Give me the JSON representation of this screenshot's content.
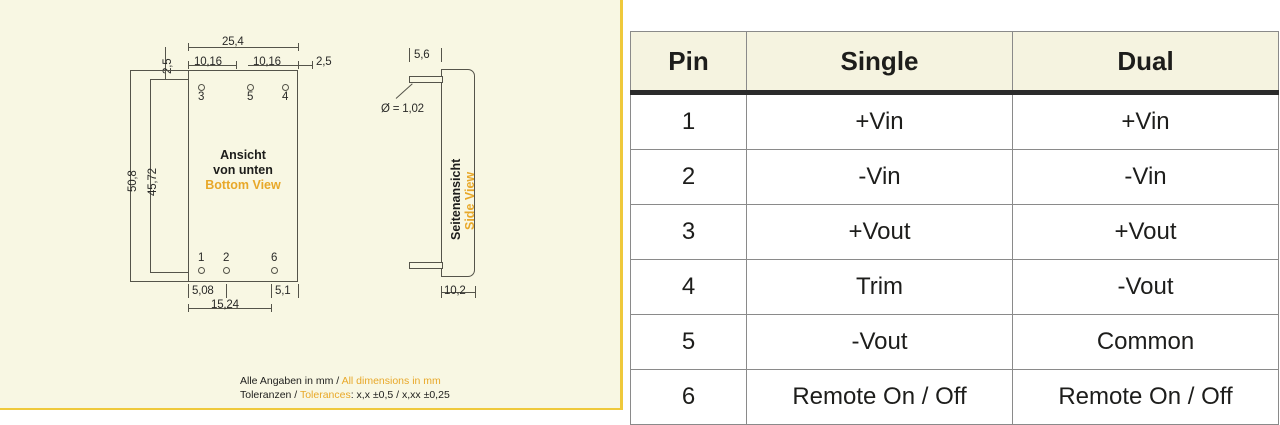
{
  "drawing": {
    "bottom_view": {
      "label_de": "Ansicht\nvon unten",
      "label_de_line1": "Ansicht",
      "label_de_line2": "von unten",
      "label_en": "Bottom View",
      "dimensions": {
        "width_total": "25,4",
        "pitch_1": "10,16",
        "pitch_2": "10,16",
        "edge_right": "2,5",
        "edge_top": "2,5",
        "height_total": "50,8",
        "height_inner": "45,72",
        "offset_left": "5,08",
        "offset_right": "5,1",
        "span_bottom": "15,24"
      },
      "pins_top": [
        "3",
        "5",
        "4"
      ],
      "pins_bottom": [
        "1",
        "2",
        "6"
      ]
    },
    "side_view": {
      "label_de": "Seitenansicht",
      "label_en": "Side View",
      "dimensions": {
        "pin_length": "5,6",
        "pin_diameter": "Ø = 1,02",
        "thickness": "10,2"
      }
    },
    "footnote": {
      "line1_de": "Alle Angaben in mm /",
      "line1_en": "All dimensions in mm",
      "line2_de": "Toleranzen /",
      "line2_en": "Tolerances",
      "line2_rest": ": x,x ±0,5 / x,xx ±0,25"
    }
  },
  "pin_table": {
    "headers": [
      "Pin",
      "Single",
      "Dual"
    ],
    "rows": [
      {
        "pin": "1",
        "single": "+Vin",
        "dual": "+Vin"
      },
      {
        "pin": "2",
        "single": "-Vin",
        "dual": "-Vin"
      },
      {
        "pin": "3",
        "single": "+Vout",
        "dual": "+Vout"
      },
      {
        "pin": "4",
        "single": "Trim",
        "dual": "-Vout"
      },
      {
        "pin": "5",
        "single": "-Vout",
        "dual": "Common"
      },
      {
        "pin": "6",
        "single": "Remote On / Off",
        "dual": "Remote On / Off"
      }
    ]
  },
  "colors": {
    "panel_background": "#F8F7E3",
    "accent_gold": "#EFC93B",
    "label_gold": "#E8A829",
    "line": "#55544a",
    "text": "#1d1d1b",
    "table_header_bg": "#F5F3E0"
  }
}
